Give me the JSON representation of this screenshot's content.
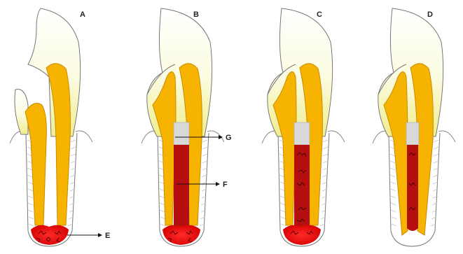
{
  "panels": [
    {
      "id": "A",
      "label": "A",
      "bleeding": "apex-only"
    },
    {
      "id": "B",
      "label": "B",
      "bleeding": "full-canal"
    },
    {
      "id": "C",
      "label": "C",
      "bleeding": "canal-with-cells"
    },
    {
      "id": "D",
      "label": "D",
      "bleeding": "canal-with-cells-mature"
    }
  ],
  "callouts": {
    "E": "E",
    "F": "F",
    "G": "G"
  },
  "colors": {
    "dentin": "#f6b400",
    "dentin_stroke": "#c98a00",
    "enamel_top": "#ffffff",
    "enamel_bottom": "#f4f19a",
    "blood": "#b50f0f",
    "blood_bright": "#ff1a1a",
    "plug": "#d9d9d9",
    "outline": "#666666",
    "pdl_lines": "#b8b8b8"
  }
}
